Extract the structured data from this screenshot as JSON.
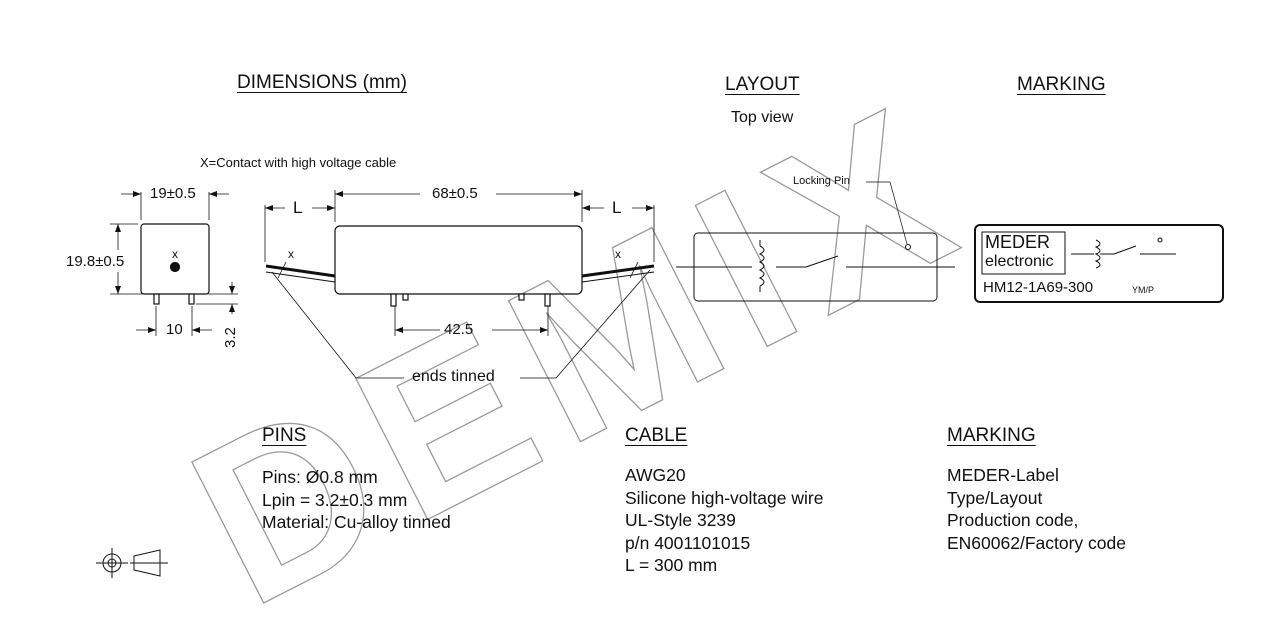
{
  "headings": {
    "dimensions": "DIMENSIONS (mm)",
    "layout": "LAYOUT",
    "layout_sub": "Top view",
    "marking_top": "MARKING",
    "pins": "PINS",
    "cable": "CABLE",
    "marking_bottom": "MARKING"
  },
  "notes": {
    "contact": "X=Contact with high voltage cable",
    "ends_tinned": "ends tinned",
    "locking_pin": "Locking Pin"
  },
  "dims": {
    "width": "19±0.5",
    "height": "19.8±0.5",
    "pitch": "10",
    "pin_len": "3.2",
    "length": "68±0.5",
    "cable_left": "L",
    "cable_right": "L",
    "pin_span": "42.5",
    "x_mark": "x"
  },
  "label": {
    "brand1": "MEDER",
    "brand2": "electronic",
    "type": "HM12-1A69-300",
    "date": "YM/P"
  },
  "pins_lines": [
    "Pins:  Ø0.8 mm",
    "Lpin = 3.2±0.3 mm",
    "Material: Cu-alloy tinned"
  ],
  "cable_lines": [
    "AWG20",
    "Silicone high-voltage wire",
    "UL-Style 3239",
    "p/n 4001101015",
    "L = 300 mm"
  ],
  "marking_lines": [
    "MEDER-Label",
    "Type/Layout",
    "Production code,",
    "EN60062/Factory code"
  ],
  "watermark": "DEMIX"
}
